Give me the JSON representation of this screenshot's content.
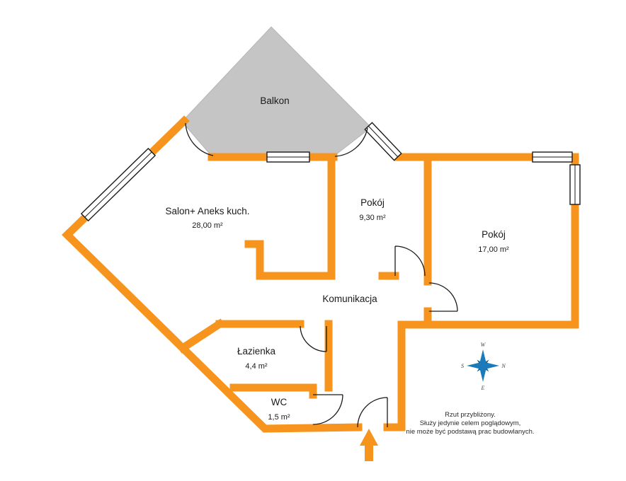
{
  "plan": {
    "balcony": {
      "label": "Balkon"
    },
    "rooms": [
      {
        "name": "Salon+ Aneks kuch.",
        "area": "28,00 m²"
      },
      {
        "name": "Pokój",
        "area": "9,30 m²"
      },
      {
        "name": "Pokój",
        "area": "17,00 m²"
      },
      {
        "name": "Komunikacja",
        "area": ""
      },
      {
        "name": "Łazienka",
        "area": "4,4 m²"
      },
      {
        "name": "WC",
        "area": "1,5 m²"
      }
    ]
  },
  "compass": {
    "west": "W",
    "north": "N",
    "south": "S",
    "east": "E"
  },
  "disclaimer": [
    "Rzut przybliżony.",
    "Służy jedynie celem poglądowym,",
    "nie może być podstawą prac budowlanych."
  ],
  "colors": {
    "wall": "#F7941D",
    "balcony_fill": "#C5C5C5",
    "compass_light": "#1B7AB9",
    "compass_dark": "#14618F",
    "text": "#1A1A1A"
  }
}
